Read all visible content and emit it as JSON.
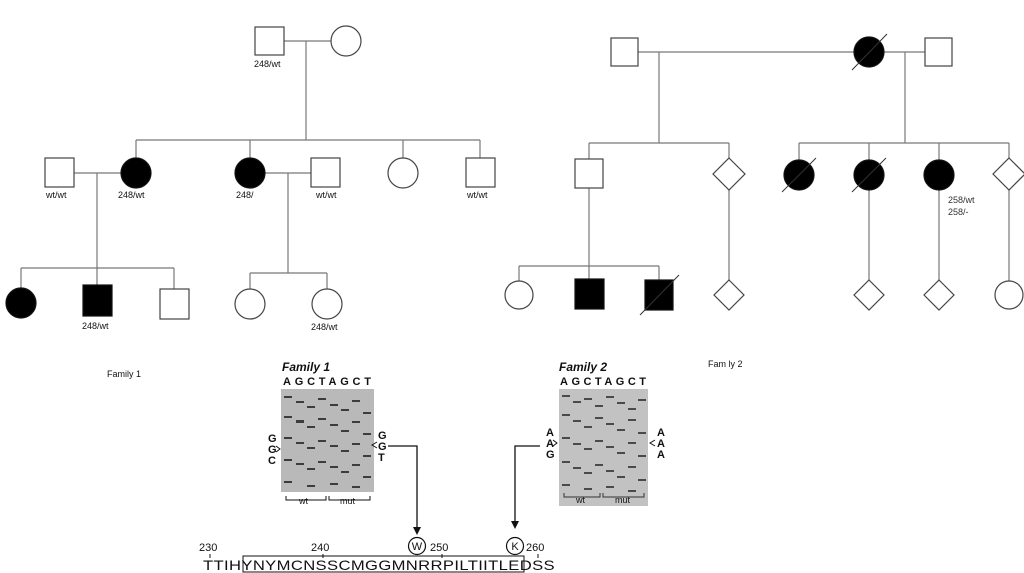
{
  "family1": {
    "label": "Family 1",
    "genotypes": {
      "grandfather": "248/wt",
      "husband1": "wt/wt",
      "daughter1": "248/wt",
      "daughter2": "248/",
      "husband2": "wt/wt",
      "son_right": "wt/wt",
      "grandson": "248/wt",
      "granddaughter": "248/wt"
    }
  },
  "family2": {
    "label": "Fam ly 2",
    "genotypes": {
      "line1": "258/wt",
      "line2": "258/-"
    }
  },
  "gel1": {
    "title": "Family 1",
    "lanes": "AGCTAGCT",
    "left_seq": [
      "G",
      "G",
      "C"
    ],
    "right_seq": [
      "G",
      "G",
      "T"
    ],
    "wt_label": "wt",
    "mut_label": "mut"
  },
  "gel2": {
    "title": "Family 2",
    "lanes": "AGCTAGCT",
    "left_seq": [
      "A",
      "A",
      "G"
    ],
    "right_seq": [
      "A",
      "A",
      "A"
    ],
    "wt_label": "wt",
    "mut_label": "mut"
  },
  "protein": {
    "positions": [
      "230",
      "240",
      "250",
      "260"
    ],
    "sequence": "TTIHYNYMCNSSCMGGMNRRPILTIITLEDSS",
    "mutation_w": "W",
    "mutation_k": "K"
  }
}
